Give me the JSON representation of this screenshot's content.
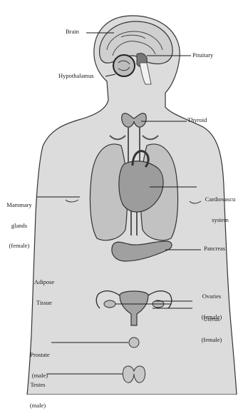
{
  "labels": {
    "brain": "Brain",
    "pituitary": "Pituitary",
    "hypothalamus": "Hypothalamus",
    "thyroid": "Thyroid",
    "cardiovascular_line1": "Cardiovascu",
    "cardiovascular_line2": "system",
    "mammary_line1": "Mammary",
    "mammary_line2": "glands",
    "mammary_line3": "(female)",
    "pancreas": "Pancreas",
    "adipose_line1": "Adipose",
    "adipose_line2": "Tissue",
    "ovaries_line1": "Ovaries",
    "ovaries_line2": "(female)",
    "uterus_line1": "Uterus",
    "uterus_line2": "(female)",
    "prostate_line1": "Prostate",
    "prostate_line2": "(male)",
    "testes_line1": "Testes",
    "testes_line2": "(male)"
  },
  "colors": {
    "body_fill": "#dcdcdc",
    "organ_fill": "#a9a9a9",
    "outline": "#333333",
    "background": "#ffffff"
  }
}
